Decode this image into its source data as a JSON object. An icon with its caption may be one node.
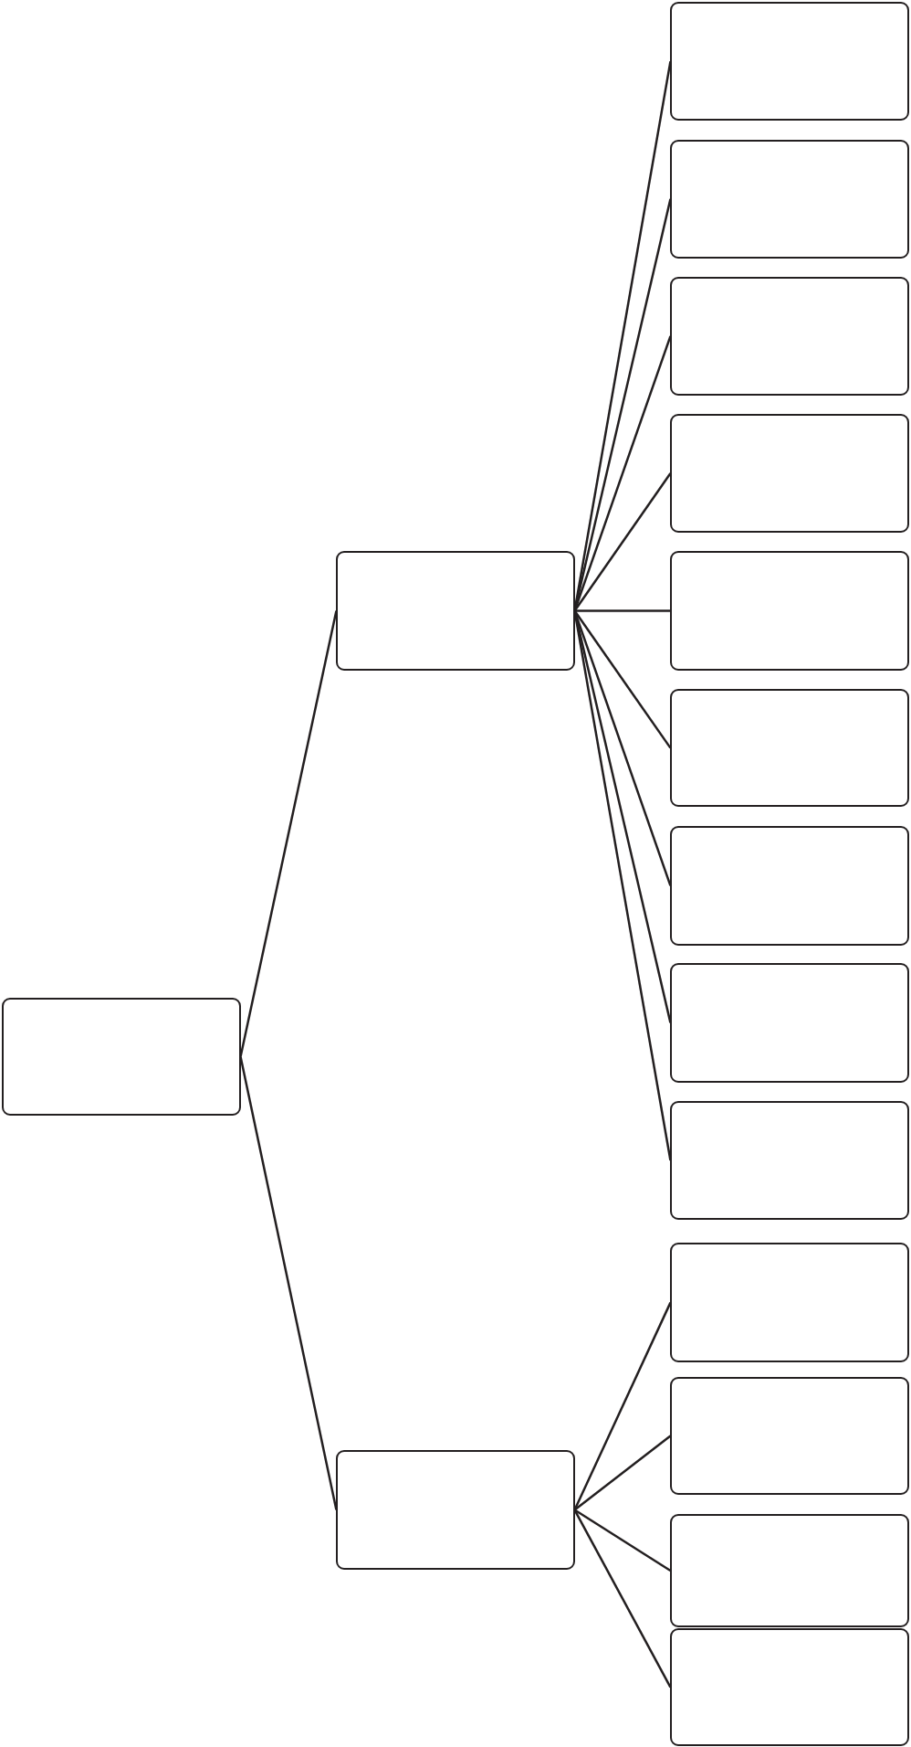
{
  "diagram": {
    "nodes": [
      {
        "text": [],
        "shape": "box"
      },
      {
        "text": [],
        "shape": "box"
      },
      {
        "text": [],
        "shape": "box"
      },
      {
        "text": [],
        "shape": "box"
      },
      {
        "text": [],
        "shape": "box"
      },
      {
        "text": [],
        "shape": "box"
      },
      {
        "text": [],
        "shape": "box"
      },
      {
        "text": [],
        "shape": "box"
      },
      {
        "text": [],
        "shape": "box"
      },
      {
        "text": [],
        "shape": "box"
      },
      {
        "text": [],
        "shape": "box"
      },
      {
        "text": [],
        "shape": "box"
      },
      {
        "text": [],
        "shape": "box"
      },
      {
        "text": [],
        "shape": "box"
      },
      {
        "text": [],
        "shape": "box"
      },
      {
        "text": [],
        "shape": "box"
      }
    ],
    "edges": [
      {
        "from": 0,
        "to": 1,
        "arrow": "none"
      },
      {
        "from": 0,
        "to": 2,
        "arrow": "none"
      },
      {
        "from": 1,
        "to": 3,
        "arrow": "none"
      },
      {
        "from": 1,
        "to": 4,
        "arrow": "none"
      },
      {
        "from": 1,
        "to": 5,
        "arrow": "none"
      },
      {
        "from": 1,
        "to": 6,
        "arrow": "none"
      },
      {
        "from": 1,
        "to": 7,
        "arrow": "none"
      },
      {
        "from": 1,
        "to": 8,
        "arrow": "none"
      },
      {
        "from": 1,
        "to": 9,
        "arrow": "none"
      },
      {
        "from": 1,
        "to": 10,
        "arrow": "none"
      },
      {
        "from": 1,
        "to": 11,
        "arrow": "none"
      },
      {
        "from": 2,
        "to": 12,
        "arrow": "none"
      },
      {
        "from": 2,
        "to": 13,
        "arrow": "none"
      },
      {
        "from": 2,
        "to": 14,
        "arrow": "none"
      },
      {
        "from": 2,
        "to": 15,
        "arrow": "none"
      }
    ]
  }
}
